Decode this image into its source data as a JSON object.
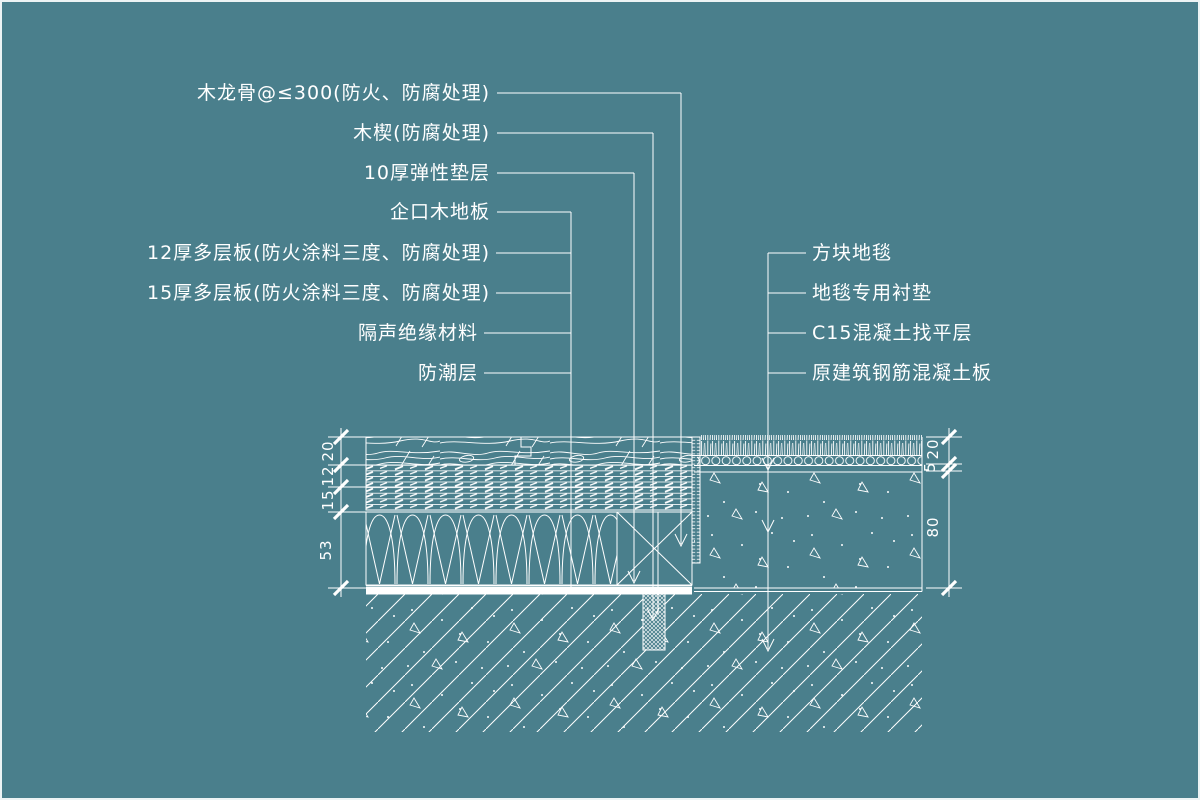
{
  "drawing": {
    "type": "construction-detail-section",
    "colors": {
      "background": "#4A7F8C",
      "line": "#FFFFFF",
      "text": "#FFFFFF"
    }
  },
  "annotations": {
    "left": [
      "木龙骨@≤300(防火、防腐处理)",
      "木楔(防腐处理)",
      "10厚弹性垫层",
      "企口木地板",
      "12厚多层板(防火涂料三度、防腐处理)",
      "15厚多层板(防火涂料三度、防腐处理)",
      "隔声绝缘材料",
      "防潮层"
    ],
    "right": [
      "方块地毯",
      "地毯专用衬垫",
      "C15混凝土找平层",
      "原建筑钢筋混凝土板"
    ]
  },
  "dimensions": {
    "left": [
      "20",
      "12",
      "15",
      "53"
    ],
    "right": [
      "20",
      "5",
      "80"
    ]
  }
}
